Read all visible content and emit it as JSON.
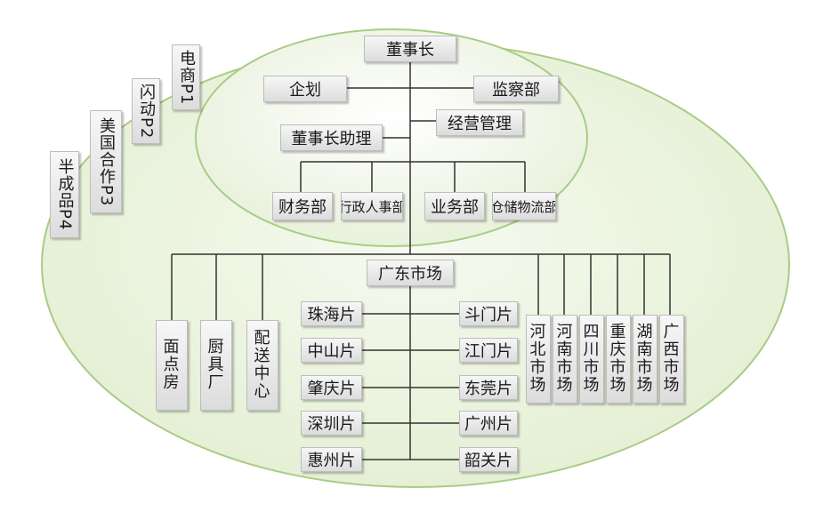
{
  "diagram": {
    "chairman": "董事长",
    "planning": "企划",
    "supervision": "监察部",
    "operations": "经营管理",
    "assistant": "董事长助理",
    "finance": "财务部",
    "admin_hr": "行政人事部",
    "business": "业务部",
    "logistics": "仓储物流部",
    "guangdong": "广东市场",
    "pastry": "面点房",
    "kitchen": "厨具厂",
    "distribution": "配送中心",
    "left_districts": [
      "珠海片",
      "中山片",
      "肇庆片",
      "深圳片",
      "惠州片"
    ],
    "right_districts": [
      "斗门片",
      "江门片",
      "东莞片",
      "广州片",
      "韶关片"
    ],
    "markets": [
      "河北市场",
      "河南市场",
      "四川市场",
      "重庆市场",
      "湖南市场",
      "广西市场"
    ],
    "projects": [
      "电商P1",
      "闪动P2",
      "美国合作P3",
      "半成品P4"
    ],
    "colors": {
      "ellipse_fill": "#eef5e2",
      "ellipse_stroke": "#a8cc85",
      "line": "#333333"
    }
  }
}
